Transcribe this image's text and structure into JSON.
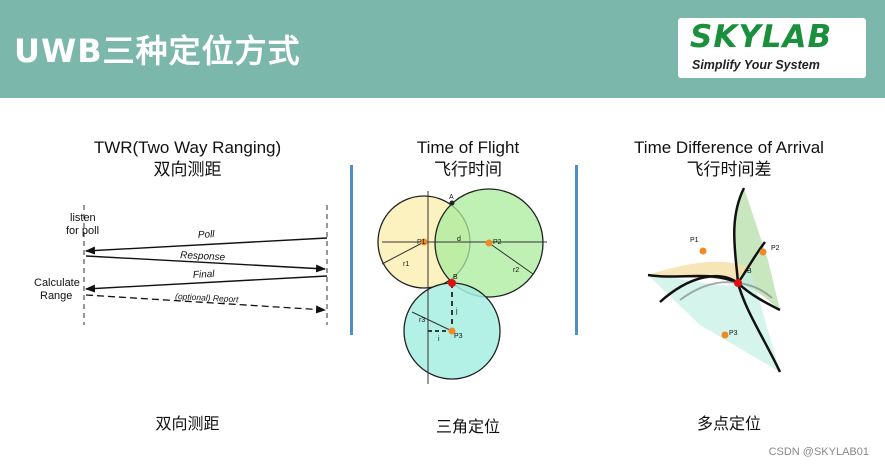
{
  "header": {
    "title": "UWB三种定位方式",
    "logo": {
      "name": "SKYLAB",
      "tagline": "Simplify Your System"
    }
  },
  "colors": {
    "header_bg": "#7cb7ab",
    "divider": "#4f8fc6",
    "logo_green": "#1a8f3c"
  },
  "columns": [
    {
      "title": "TWR(Two Way Ranging)",
      "subtitle": "双向测距",
      "bottom_label": "双向测距"
    },
    {
      "title": "Time of Flight",
      "subtitle": "飞行时间",
      "bottom_label": "三角定位"
    },
    {
      "title": "Time Difference of Arrival",
      "subtitle": "飞行时间差",
      "bottom_label": "多点定位"
    }
  ],
  "twr": {
    "listen": "listen",
    "for_poll": "for poll",
    "calculate": "Calculate",
    "range": "Range",
    "messages": [
      "Poll",
      "Response",
      "Final",
      "(optional) Report"
    ]
  },
  "tof": {
    "points": [
      "P1",
      "P2",
      "P3"
    ],
    "radii": [
      "r1",
      "r2",
      "r3"
    ],
    "labels": {
      "a": "A",
      "b": "B",
      "d": "d",
      "i": "i",
      "j": "j"
    }
  },
  "tdoa": {
    "points": [
      "P1",
      "P2",
      "P3"
    ],
    "target": "B"
  },
  "watermark": "CSDN @SKYLAB01"
}
